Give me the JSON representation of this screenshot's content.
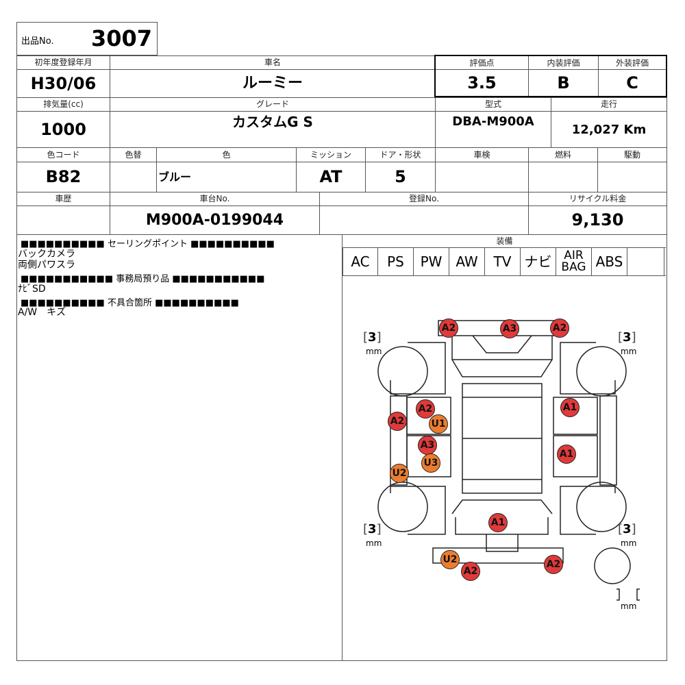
{
  "lot": {
    "label": "出品No.",
    "value": "3007"
  },
  "fields": {
    "first_reg": {
      "label": "初年度登録年月",
      "value": "H30/06"
    },
    "car_name": {
      "label": "車名",
      "value": "ルーミー"
    },
    "score": {
      "label": "評価点",
      "value": "3.5"
    },
    "interior": {
      "label": "内装評価",
      "value": "B"
    },
    "exterior": {
      "label": "外装評価",
      "value": "C"
    },
    "displacement": {
      "label": "排気量(cc)",
      "value": "1000"
    },
    "grade": {
      "label": "グレード",
      "value": "カスタムG S"
    },
    "model": {
      "label": "型式",
      "value": "DBA-M900A"
    },
    "mileage": {
      "label": "走行",
      "value": "12,027 Km"
    },
    "color_code": {
      "label": "色コード",
      "value": "B82"
    },
    "color_change": {
      "label": "色替",
      "value": ""
    },
    "color": {
      "label": "色",
      "value": "ブルー"
    },
    "mission": {
      "label": "ミッション",
      "value": "AT"
    },
    "door": {
      "label": "ドア・形状",
      "value": "5"
    },
    "inspection": {
      "label": "車検",
      "value": ""
    },
    "fuel": {
      "label": "燃料",
      "value": ""
    },
    "drive": {
      "label": "駆動",
      "value": ""
    },
    "history": {
      "label": "車歴",
      "value": ""
    },
    "chassis": {
      "label": "車台No.",
      "value": "M900A-0199044"
    },
    "registration": {
      "label": "登録No.",
      "value": ""
    },
    "recycle": {
      "label": "リサイクル料金",
      "value": "9,130"
    }
  },
  "notes": {
    "selling_header": "■■■■■■■■■■ セーリングポイント ■■■■■■■■■■",
    "selling_lines": [
      "バックカメラ",
      "両側パワスラ"
    ],
    "office_header": "■■■■■■■■■■■ 事務局預り品 ■■■■■■■■■■■",
    "office_lines": [
      "ﾅﾋﾞSD"
    ],
    "defect_header": "■■■■■■■■■■ 不具合箇所 ■■■■■■■■■■",
    "defect_lines": [
      "A/W　キズ"
    ]
  },
  "equipment": {
    "label": "装備",
    "items": [
      "AC",
      "PS",
      "PW",
      "AW",
      "TV",
      "ナビ",
      "AIR\nBAG",
      "ABS",
      ""
    ]
  },
  "tire_depth": {
    "value": "3",
    "unit": "mm"
  },
  "damage": [
    {
      "code": "A2",
      "type": "red"
    },
    {
      "code": "A3",
      "type": "red"
    },
    {
      "code": "A2",
      "type": "red"
    },
    {
      "code": "A2",
      "type": "red"
    },
    {
      "code": "U1",
      "type": "org"
    },
    {
      "code": "A2",
      "type": "red"
    },
    {
      "code": "A1",
      "type": "red"
    },
    {
      "code": "A3",
      "type": "red"
    },
    {
      "code": "U3",
      "type": "org"
    },
    {
      "code": "A1",
      "type": "red"
    },
    {
      "code": "U2",
      "type": "org"
    },
    {
      "code": "A1",
      "type": "red"
    },
    {
      "code": "U2",
      "type": "org"
    },
    {
      "code": "A2",
      "type": "red"
    },
    {
      "code": "A2",
      "type": "red"
    }
  ],
  "colors": {
    "damage_red": "#e03a3a",
    "damage_orange": "#ec7d2f"
  }
}
